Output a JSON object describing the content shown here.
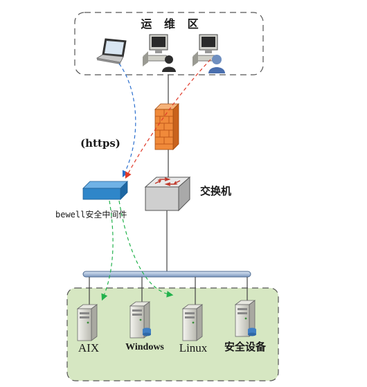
{
  "ops_zone": {
    "title": "运 维 区"
  },
  "protocol_label": "(https)",
  "switch": {
    "label": "交换机"
  },
  "middleware": {
    "label": "bewell安全中间件"
  },
  "servers": [
    {
      "label": "AIX"
    },
    {
      "label": "Windows"
    },
    {
      "label": "Linux"
    },
    {
      "label": "安全设备"
    }
  ],
  "colors": {
    "zone_border": "#555555",
    "server_zone_fill": "#d6e7c2",
    "firewall": "#f08a3a",
    "middleware_box": "#2f86c9",
    "arrow_blue": "#2b6fce",
    "arrow_red": "#e03a2a",
    "arrow_green": "#22b24c",
    "bus": "#9ab4d6"
  },
  "icons": [
    "laptop-icon",
    "workstation-user-icon",
    "workstation-admin-icon",
    "firewall-icon",
    "switch-icon",
    "middleware-appliance-icon",
    "server-icon"
  ]
}
